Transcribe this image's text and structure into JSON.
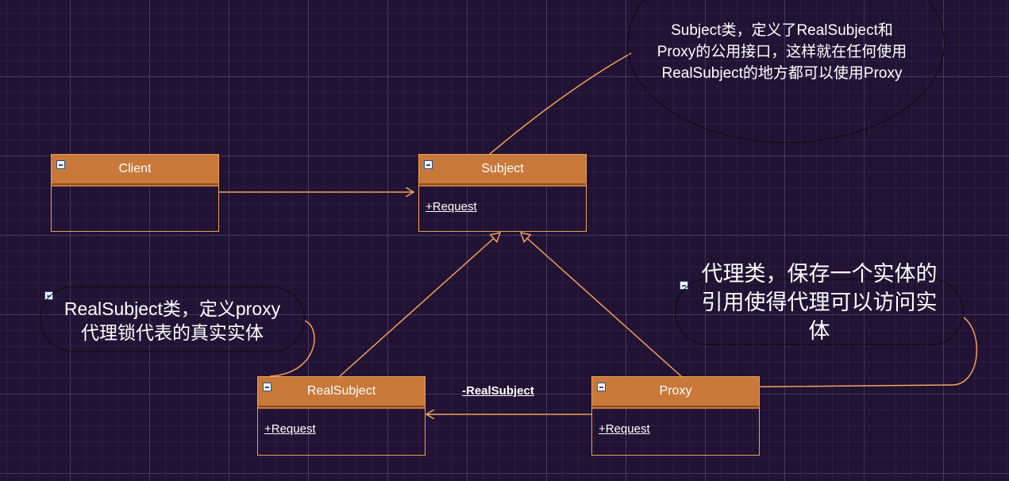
{
  "colors": {
    "background": "#221233",
    "class_header": "#c8793a",
    "class_border": "#e9a35a",
    "connector": "#f0a35e",
    "text": "#ffffff",
    "callout_border": "#0c0c0c"
  },
  "classes": {
    "client": {
      "name": "Client",
      "members": []
    },
    "subject": {
      "name": "Subject",
      "members": [
        "+Request"
      ]
    },
    "real_subject": {
      "name": "RealSubject",
      "members": [
        "+Request"
      ]
    },
    "proxy": {
      "name": "Proxy",
      "members": [
        "+Request"
      ]
    }
  },
  "edges": {
    "proxy_to_real_subject_label": "-RealSubject"
  },
  "notes": {
    "subject_note": "Subject类，定义了RealSubject和\nProxy的公用接口，这样就在任何使用\nRealSubject的地方都可以使用Proxy",
    "real_subject_note": "RealSubject类，定义proxy\n代理锁代表的真实实体",
    "proxy_note": "代理类，保存一个实体的\n引用使得代理可以访问实\n体"
  }
}
